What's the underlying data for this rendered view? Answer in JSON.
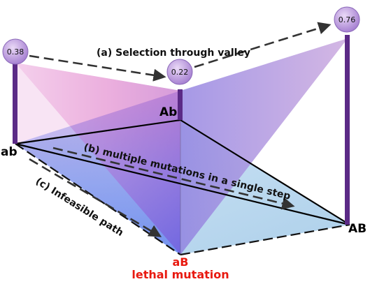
{
  "genotypes": {
    "ab": "ab",
    "Ab": "Ab",
    "aB": "aB",
    "AB": "AB"
  },
  "fitness": {
    "ab": "0.38",
    "Ab": "0.22",
    "AB": "0.76"
  },
  "annotations": {
    "selection": "(a)  Selection through valley",
    "multiple": "(b) multiple mutations in a single step",
    "infeasible": "(c) Infeasible path",
    "lethal": "lethal mutation"
  },
  "colors": {
    "stick": "#5b2a86",
    "bubble": "#b99ad9",
    "lethal": "#e8190f",
    "base_plane": "#bcd8ee",
    "pink_plane": "#f3a9d6",
    "blue_plane": "#3f6ef0"
  }
}
